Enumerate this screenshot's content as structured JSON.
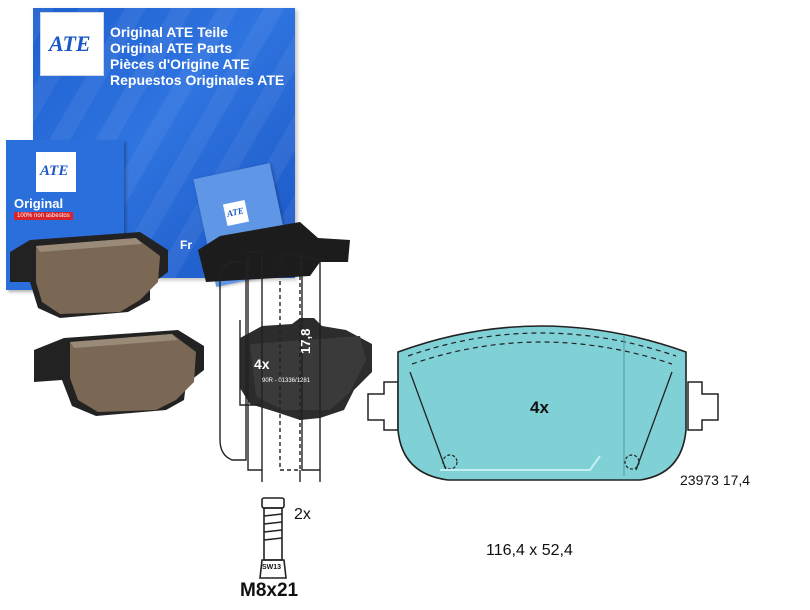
{
  "box": {
    "lines": [
      "Original ATE Teile",
      "Original ATE Parts",
      "Pièces d'Origine ATE",
      "Repuestos Originales ATE"
    ],
    "logo": "ATE",
    "small_label": "Original",
    "small_banner": "100% non asbestos",
    "side_text": "Fr"
  },
  "diagram": {
    "side_qty": "4x",
    "thickness": "17,8",
    "stamp": "90R - 01336/1281",
    "front_qty": "4x",
    "bolt_qty": "2x",
    "bolt_head": "SW13",
    "bolt_size": "M8x21",
    "part_ref": "23973 17,4",
    "dimensions": "116,4 x 52,4"
  },
  "colors": {
    "box_blue": "#2f74e0",
    "pad_fill": "#7fd1d6",
    "friction_brown": "#7a6855"
  }
}
